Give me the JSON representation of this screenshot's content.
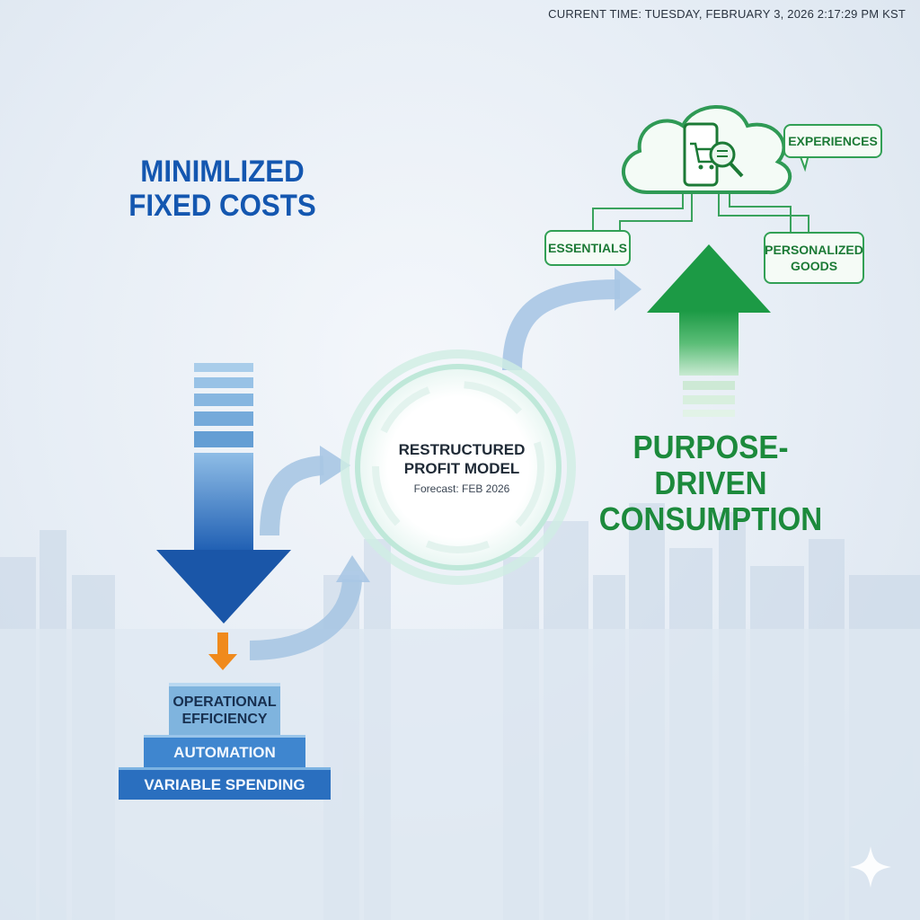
{
  "header": {
    "current_time": "CURRENT TIME: TUESDAY, FEBRUARY 3, 2026 2:17:29 PM KST"
  },
  "left": {
    "title_line1": "MINIMLIZED",
    "title_line2": "FIXED COSTS",
    "stack": [
      "OPERATIONAL EFFICIENCY",
      "AUTOMATION",
      "VARIABLE SPENDING"
    ]
  },
  "hub": {
    "title_line1": "RESTRUCTURED",
    "title_line2": "PROFIT MODEL",
    "subtitle": "Forecast: FEB 2026"
  },
  "right": {
    "title_line1": "PURPOSE-DRIVEN",
    "title_line2": "CONSUMPTION",
    "tags": {
      "experiences": "EXPERIENCES",
      "essentials": "ESSENTIALS",
      "personalized_line1": "PERSONALIZED",
      "personalized_line2": "GOODS"
    }
  },
  "colors": {
    "blue_primary": "#1457b0",
    "green_primary": "#1c8a3c",
    "orange_accent": "#f08a1c",
    "flow_arrow": "#a9c7e4"
  },
  "icons": [
    "cloud-icon",
    "shopping-cart-phone-icon",
    "magnifier-icon",
    "down-arrow-icon",
    "up-arrow-icon",
    "sparkle-icon"
  ]
}
